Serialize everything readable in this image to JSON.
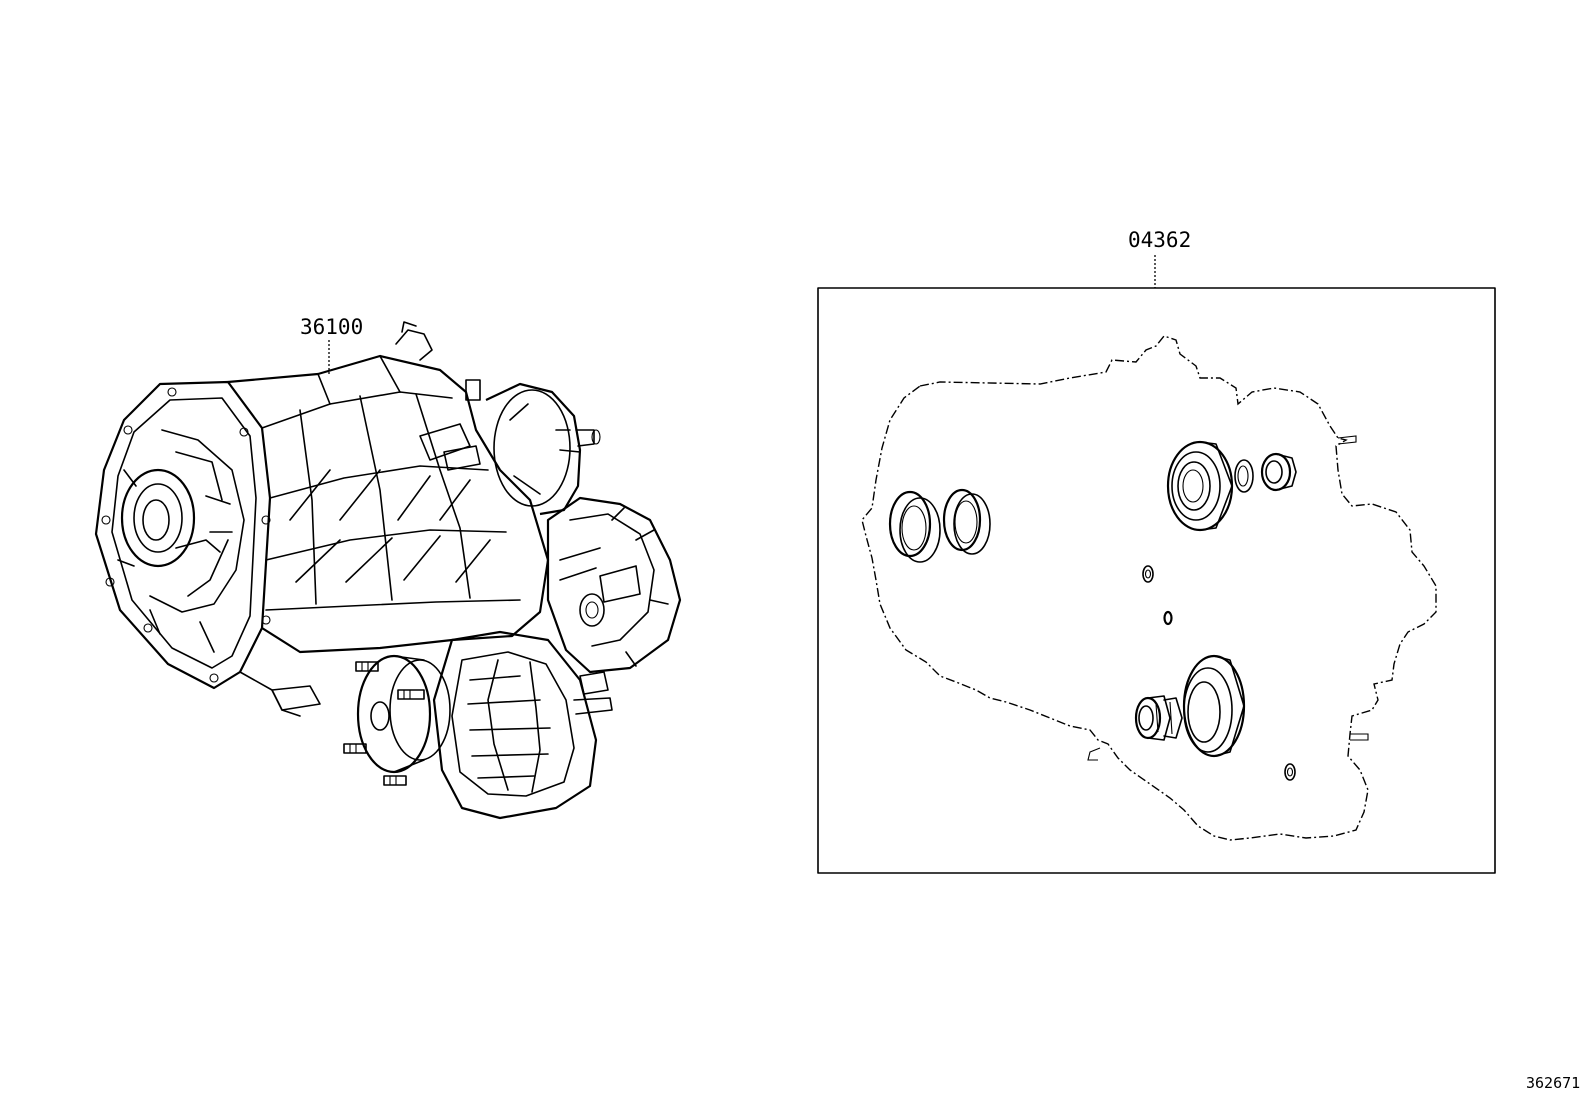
{
  "diagram": {
    "parts": [
      {
        "number": "36100",
        "description_icon": "transfer-case-assembly-icon"
      },
      {
        "number": "04362",
        "description_icon": "gasket-and-seal-kit-icon"
      }
    ],
    "figure_id": "362671"
  }
}
